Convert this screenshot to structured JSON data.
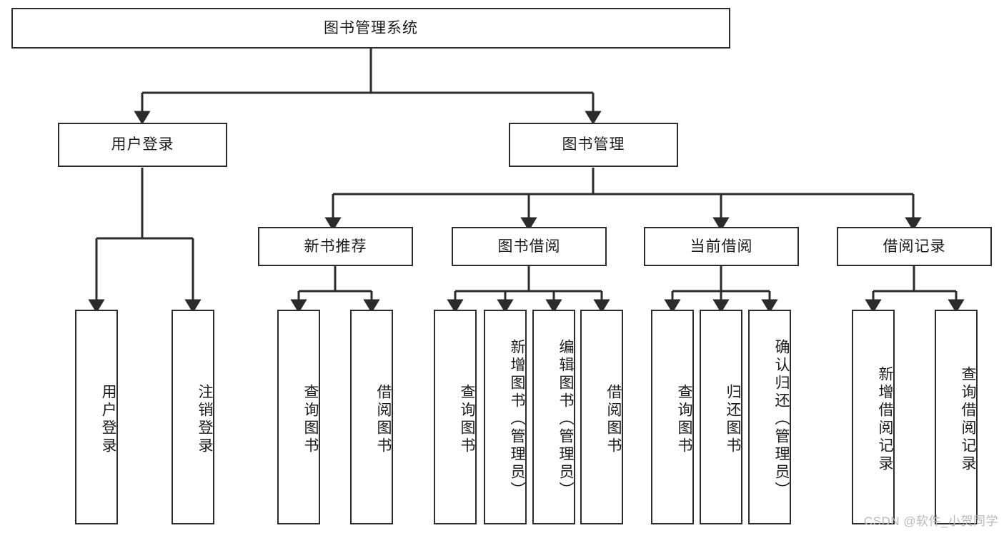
{
  "diagram": {
    "title": "图书管理系统",
    "type": "tree",
    "watermark": "CSDN @软件_小贺同学",
    "colors": {
      "stroke": "#2b2b2b",
      "fill": "#ffffff",
      "text": "#1b1b1b",
      "watermark": "#b9b9b9"
    },
    "nodes": {
      "root": {
        "label": "图书管理系统",
        "orientation": "horizontal"
      },
      "level1": [
        {
          "label": "用户登录",
          "orientation": "horizontal"
        },
        {
          "label": "图书管理",
          "orientation": "horizontal"
        }
      ],
      "level2": [
        {
          "label": "新书推荐",
          "orientation": "horizontal"
        },
        {
          "label": "图书借阅",
          "orientation": "horizontal"
        },
        {
          "label": "当前借阅",
          "orientation": "horizontal"
        },
        {
          "label": "借阅记录",
          "orientation": "horizontal"
        }
      ],
      "leaves": [
        {
          "label": "用户登录",
          "orientation": "vertical",
          "parent": "用户登录"
        },
        {
          "label": "注销登录",
          "orientation": "vertical",
          "parent": "用户登录"
        },
        {
          "label": "查询图书",
          "orientation": "vertical",
          "parent": "新书推荐"
        },
        {
          "label": "借阅图书",
          "orientation": "vertical",
          "parent": "新书推荐"
        },
        {
          "label": "查询图书",
          "orientation": "vertical",
          "parent": "图书借阅"
        },
        {
          "label": "新增图书（管理员）",
          "orientation": "vertical",
          "parent": "图书借阅"
        },
        {
          "label": "编辑图书（管理员）",
          "orientation": "vertical",
          "parent": "图书借阅"
        },
        {
          "label": "借阅图书",
          "orientation": "vertical",
          "parent": "图书借阅"
        },
        {
          "label": "查询图书",
          "orientation": "vertical",
          "parent": "当前借阅"
        },
        {
          "label": "归还图书",
          "orientation": "vertical",
          "parent": "当前借阅"
        },
        {
          "label": "确认归还（管理员）",
          "orientation": "vertical",
          "parent": "当前借阅"
        },
        {
          "label": "新增借阅记录",
          "orientation": "vertical",
          "parent": "借阅记录"
        },
        {
          "label": "查询借阅记录",
          "orientation": "vertical",
          "parent": "借阅记录"
        }
      ]
    }
  }
}
